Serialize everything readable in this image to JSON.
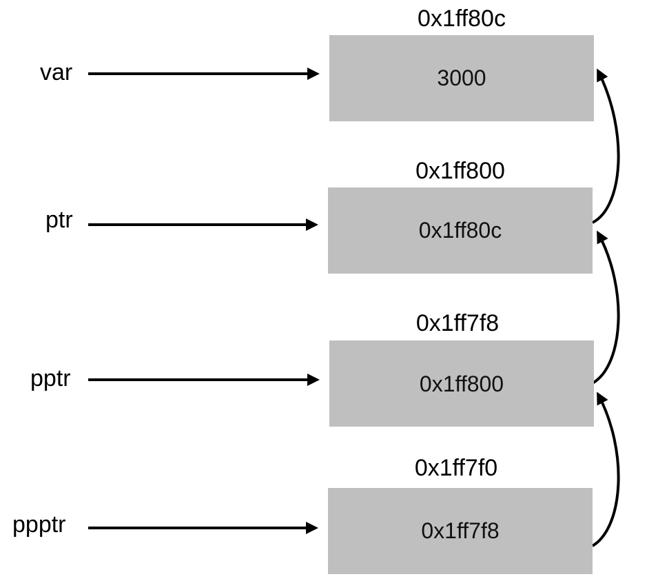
{
  "memory": [
    {
      "variable": "var",
      "address": "0x1ff80c",
      "value": "3000"
    },
    {
      "variable": "ptr",
      "address": "0x1ff800",
      "value": "0x1ff80c"
    },
    {
      "variable": "pptr",
      "address": "0x1ff7f8",
      "value": "0x1ff800"
    },
    {
      "variable": "ppptr",
      "address": "0x1ff7f0",
      "value": "0x1ff7f8"
    }
  ],
  "colors": {
    "cell_fill": "#bfbfbf",
    "arrow": "#000000",
    "text": "#000000"
  }
}
